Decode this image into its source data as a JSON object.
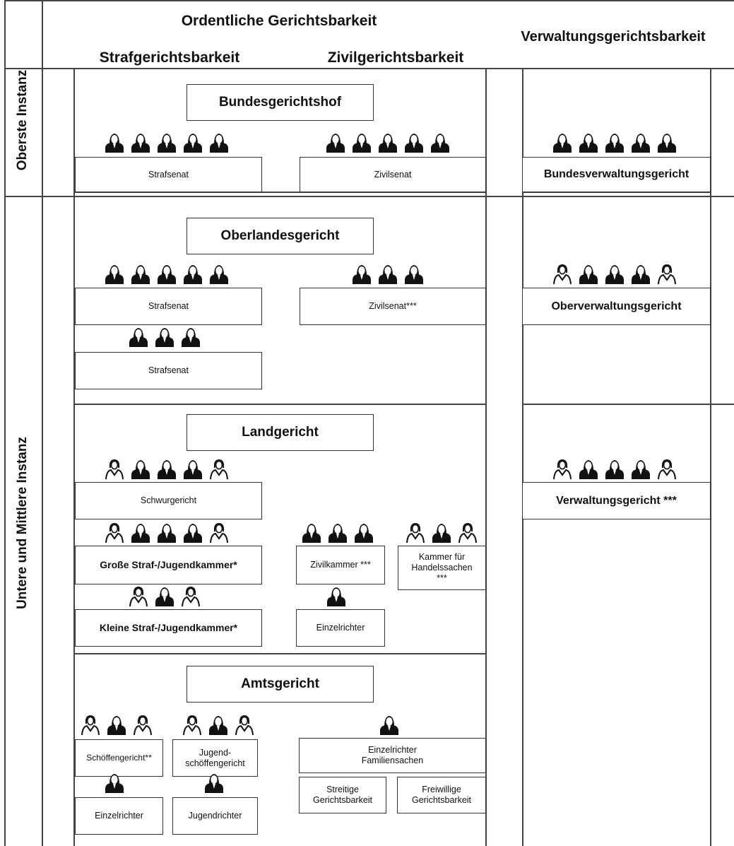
{
  "headers": {
    "ordentlich": "Ordentliche Gerichtsbarkeit",
    "straf": "Strafgerichtsbarkeit",
    "zivil": "Zivilgerichtsbarkeit",
    "verwaltung": "Verwaltungsgerichtsbarkeit"
  },
  "rows": {
    "oberste": "Oberste Instanz",
    "untere": "Untere und Mittlere Instanz"
  },
  "courts": {
    "bgh": "Bundesgerichtshof",
    "olg": "Oberlandesgericht",
    "lg": "Landgericht",
    "ag": "Amtsgericht"
  },
  "units": {
    "bgh_straf": "Strafsenat",
    "bgh_zivil": "Zivilsenat",
    "bverwg": "Bundesverwaltungsgericht",
    "olg_straf1": "Strafsenat",
    "olg_zivil": "Zivilsenat***",
    "ovg": "Oberverwaltungsgericht",
    "olg_straf2": "Strafsenat",
    "schwurgericht": "Schwurgericht",
    "vg": "Verwaltungsgericht ***",
    "grosse": "Große Straf-/Jugendkammer*",
    "zivilkammer": "Zivilkammer ***",
    "handel": "Kammer für\nHandelssachen\n***",
    "kleine": "Kleine Straf-/Jugendkammer*",
    "lg_einzel": "Einzelrichter",
    "schoeffen": "Schöffengericht**",
    "jugendschoeffen": "Jugend-\nschöffengericht",
    "familien": "Einzelrichter\nFamiliensachen",
    "ag_einzel": "Einzelrichter",
    "jugendrichter": "Jugendrichter",
    "streitig": "Streitige\nGerichtsbarkeit",
    "freiwillig": "Freiwillige\nGerichtsbarkeit"
  },
  "judge_icons": [
    {
      "group": "bgh-straf",
      "figures": [
        "professional-judge",
        "professional-judge",
        "professional-judge",
        "professional-judge",
        "professional-judge"
      ]
    },
    {
      "group": "bgh-zivil",
      "figures": [
        "professional-judge",
        "professional-judge",
        "professional-judge",
        "professional-judge",
        "professional-judge"
      ]
    },
    {
      "group": "bverwg",
      "figures": [
        "professional-judge",
        "professional-judge",
        "professional-judge",
        "professional-judge",
        "professional-judge"
      ]
    },
    {
      "group": "olg-straf-1",
      "figures": [
        "professional-judge",
        "professional-judge",
        "professional-judge",
        "professional-judge",
        "professional-judge"
      ]
    },
    {
      "group": "olg-zivil",
      "figures": [
        "professional-judge",
        "professional-judge",
        "professional-judge"
      ]
    },
    {
      "group": "ovg",
      "figures": [
        "lay-judge",
        "professional-judge",
        "professional-judge",
        "professional-judge",
        "lay-judge"
      ]
    },
    {
      "group": "olg-straf-2",
      "figures": [
        "professional-judge",
        "professional-judge",
        "professional-judge"
      ]
    },
    {
      "group": "schwurgericht",
      "figures": [
        "lay-judge",
        "professional-judge",
        "professional-judge",
        "professional-judge",
        "lay-judge"
      ]
    },
    {
      "group": "vg",
      "figures": [
        "lay-judge",
        "professional-judge",
        "professional-judge",
        "professional-judge",
        "lay-judge"
      ]
    },
    {
      "group": "grosse",
      "figures": [
        "lay-judge",
        "professional-judge",
        "professional-judge",
        "professional-judge",
        "lay-judge"
      ]
    },
    {
      "group": "zivilkammer",
      "figures": [
        "professional-judge",
        "professional-judge",
        "professional-judge"
      ]
    },
    {
      "group": "handel",
      "figures": [
        "lay-judge",
        "professional-judge",
        "lay-judge"
      ]
    },
    {
      "group": "kleine",
      "figures": [
        "lay-judge",
        "professional-judge",
        "lay-judge"
      ]
    },
    {
      "group": "lg-einzel",
      "figures": [
        "professional-judge"
      ]
    },
    {
      "group": "schoeffen",
      "figures": [
        "lay-judge",
        "professional-judge",
        "lay-judge"
      ]
    },
    {
      "group": "jugendschoeffen",
      "figures": [
        "lay-judge",
        "professional-judge",
        "lay-judge"
      ]
    },
    {
      "group": "familien",
      "figures": [
        "professional-judge"
      ]
    },
    {
      "group": "ag-einzel",
      "figures": [
        "professional-judge"
      ]
    },
    {
      "group": "jugendrichter",
      "figures": [
        "professional-judge"
      ]
    }
  ]
}
